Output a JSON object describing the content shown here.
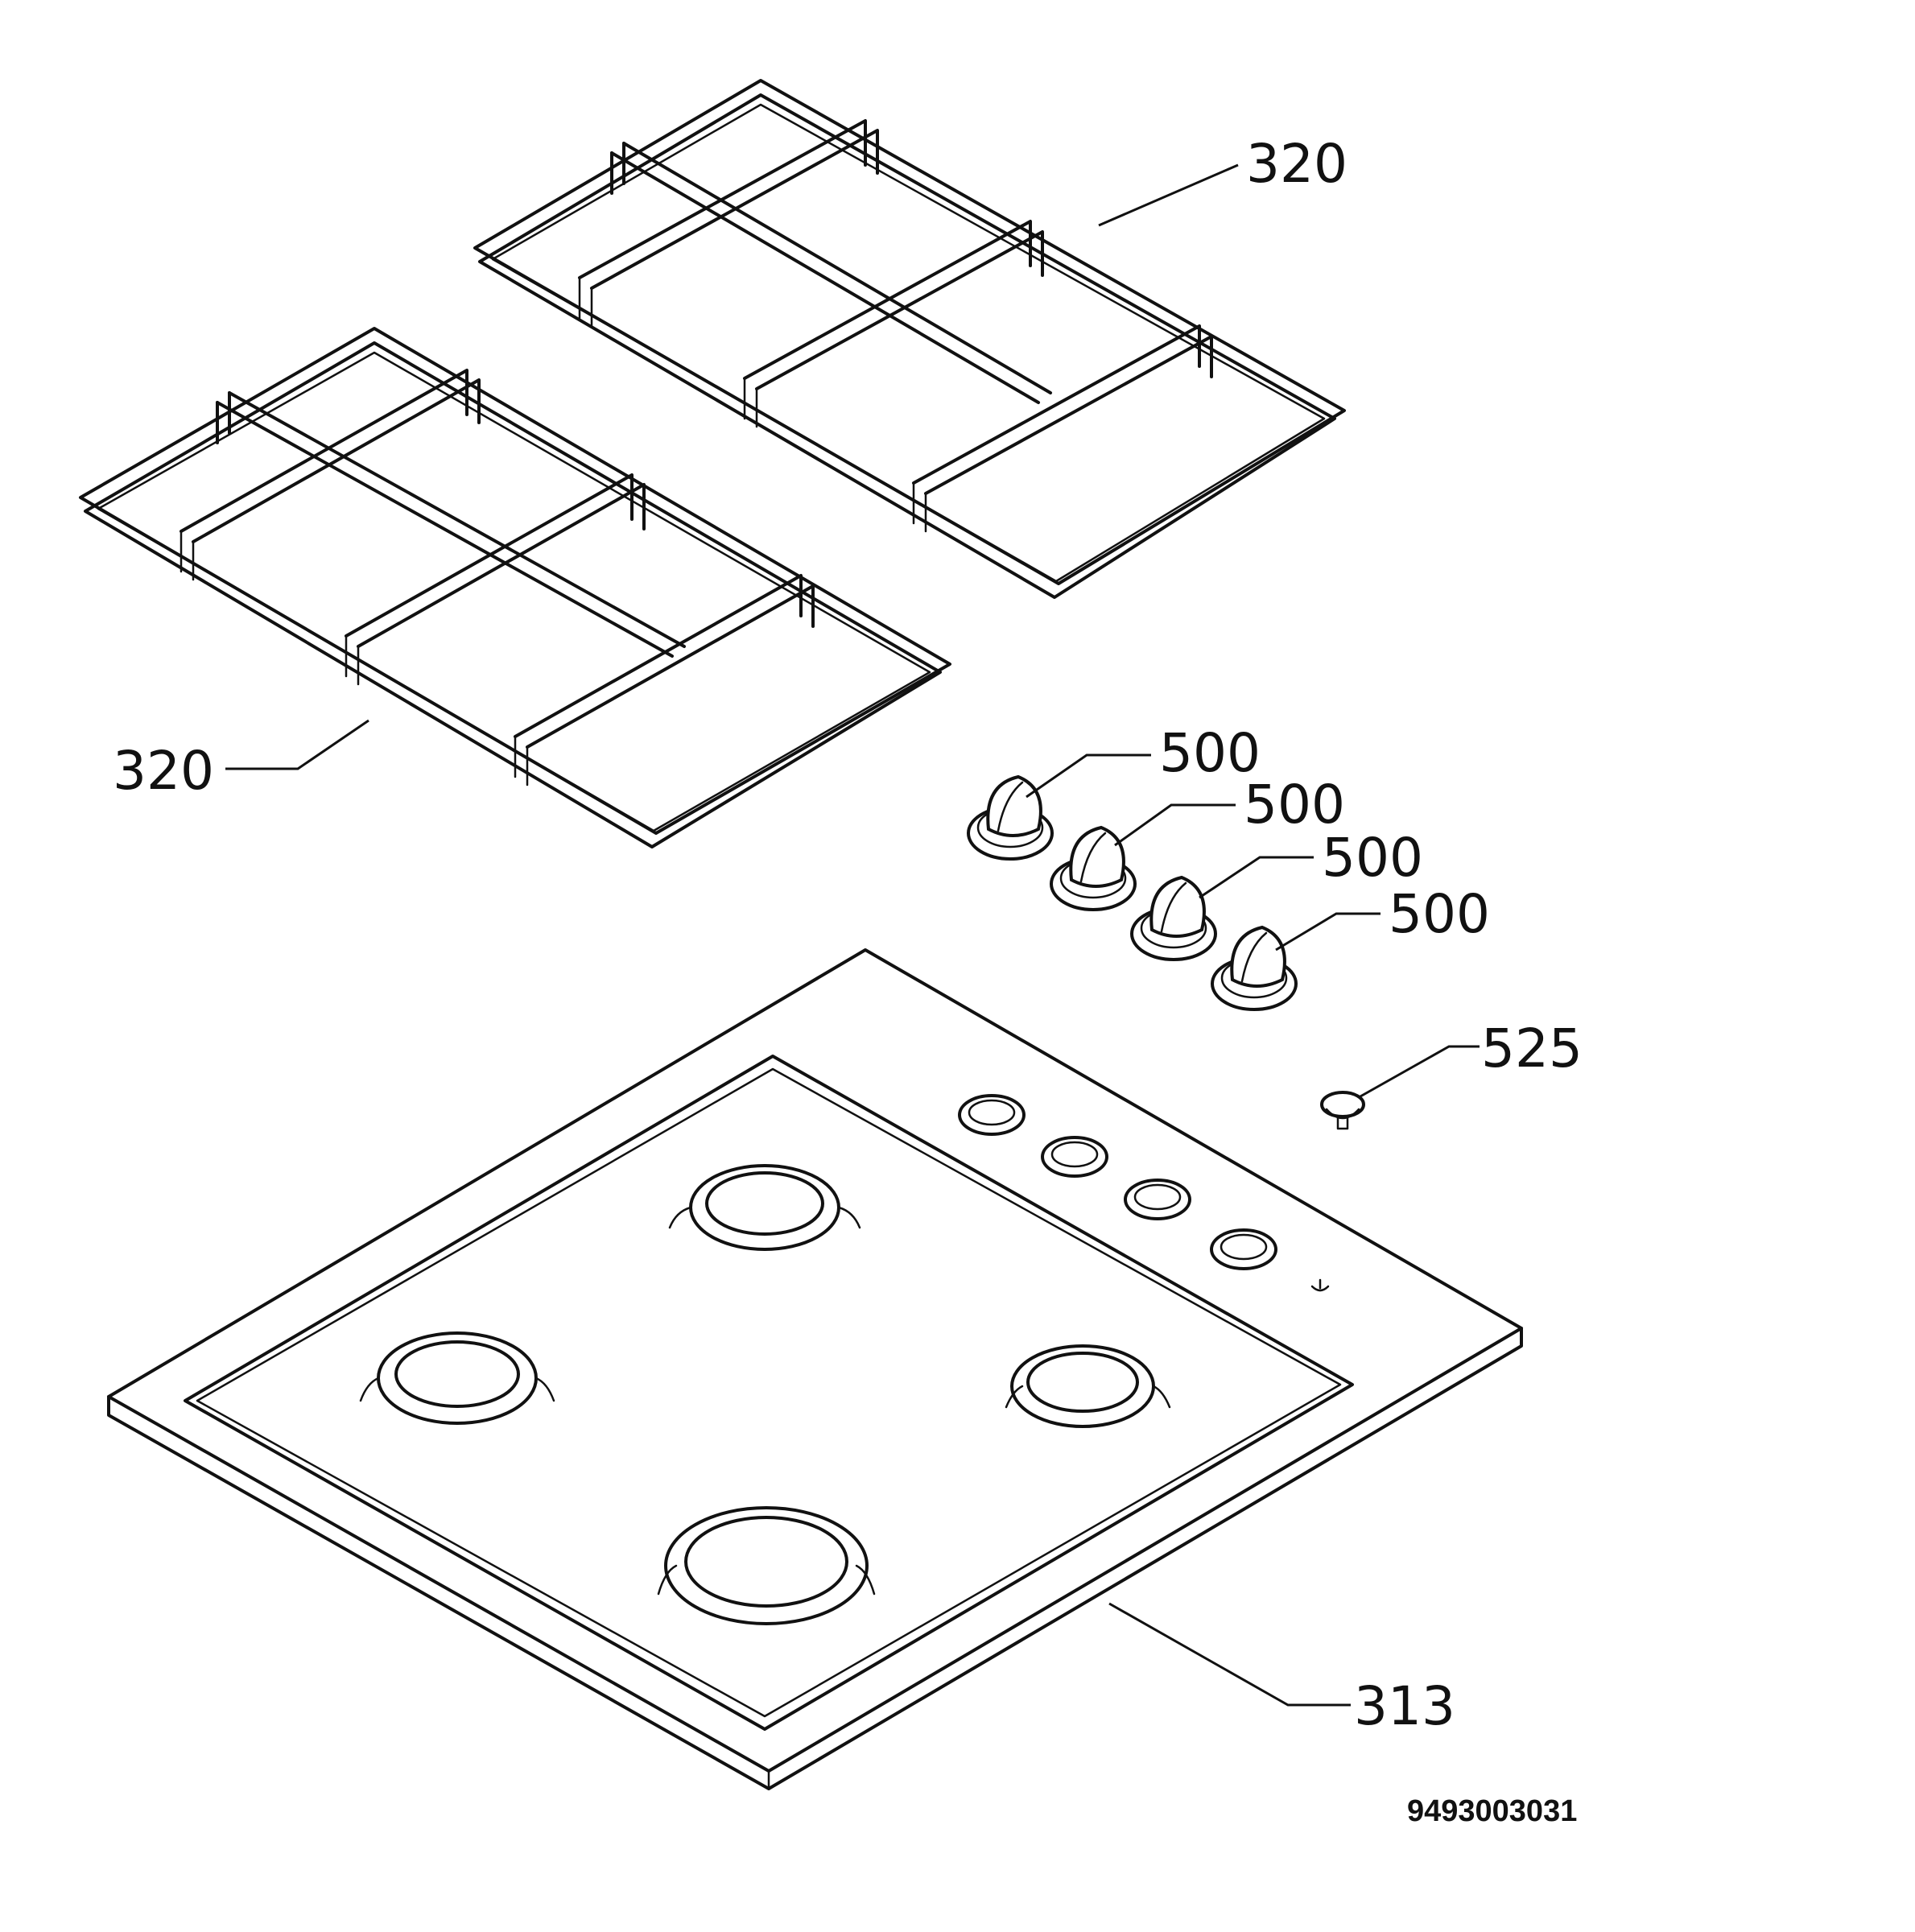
{
  "callouts": {
    "grate_top": "320",
    "grate_left": "320",
    "knob_1": "500",
    "knob_2": "500",
    "knob_3": "500",
    "knob_4": "500",
    "button": "525",
    "hob_top": "313"
  },
  "drawing_code": "9493003031",
  "colors": {
    "ink": "#111111",
    "paper": "#ffffff"
  }
}
